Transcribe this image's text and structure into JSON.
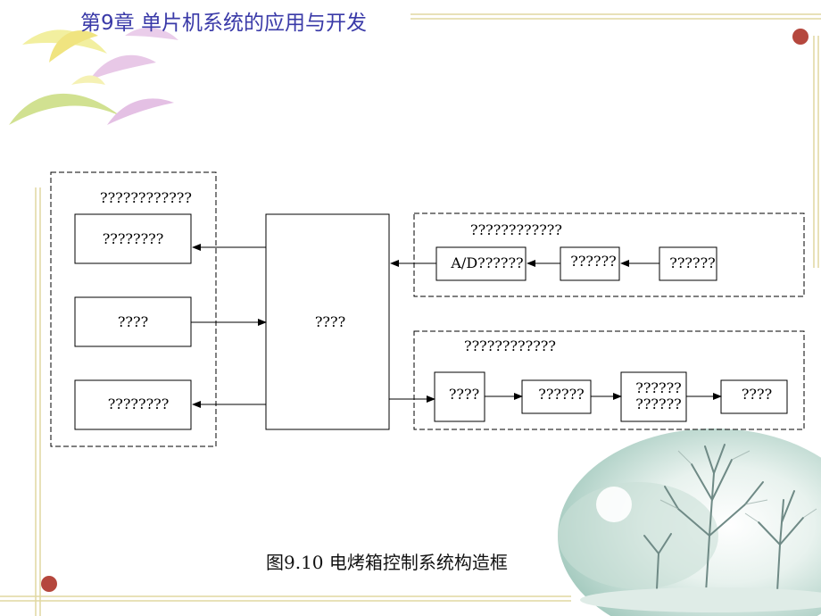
{
  "header": {
    "title": "第9章  单片机系统的应用与开发"
  },
  "diagram": {
    "left_group": {
      "label": "????????????",
      "boxes": [
        "????????",
        "????",
        "????????"
      ]
    },
    "center_box": "????",
    "top_right_group": {
      "label": "????????????",
      "boxes": [
        "A/D??????",
        "??????",
        "??????"
      ]
    },
    "bottom_right_group": {
      "label": "????????????",
      "boxes": [
        "????",
        "??????",
        "??????",
        "??????",
        "????"
      ]
    }
  },
  "caption": "图9.10  电烤箱控制系统构造框",
  "colors": {
    "title": "#3a3aa8",
    "accent_dot": "#b5473d",
    "frame_line": "#e0d7a0"
  }
}
